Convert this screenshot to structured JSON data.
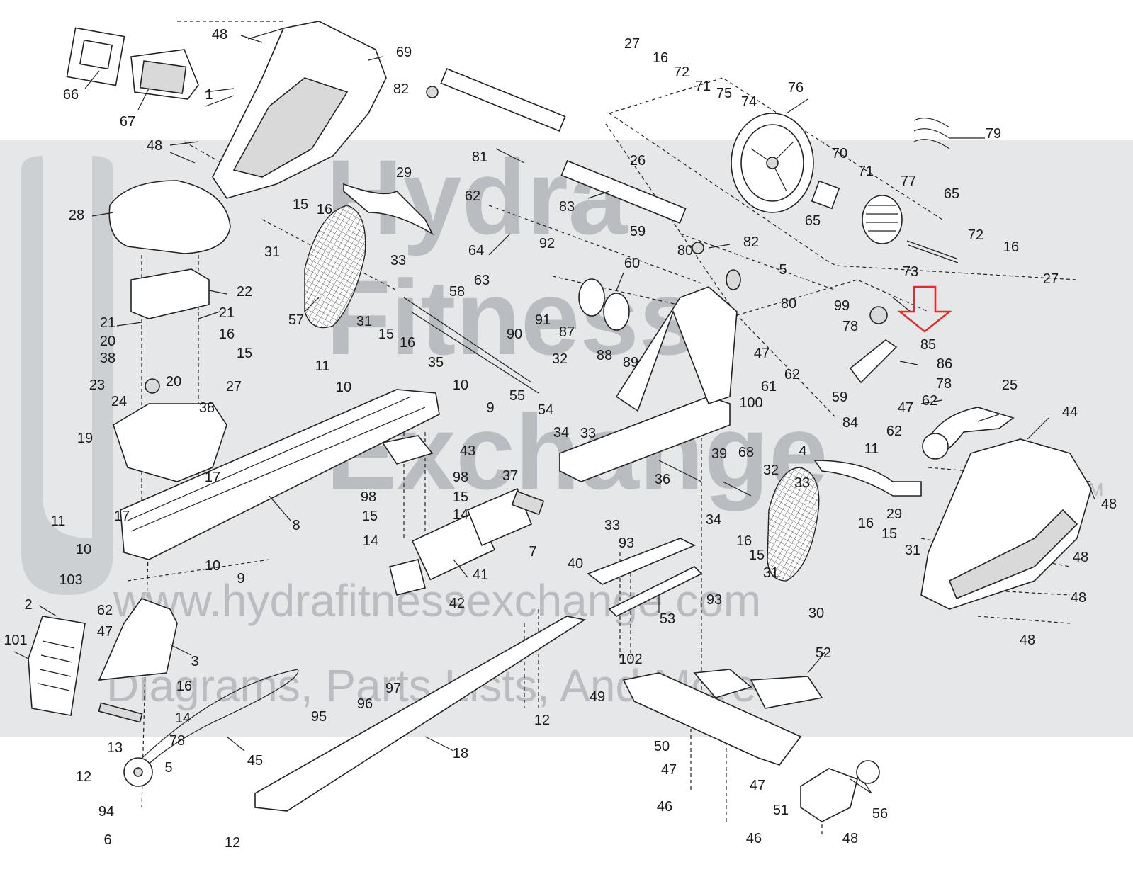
{
  "watermark": {
    "brand_line1": "Hydra",
    "brand_line2": "Fitness",
    "brand_line3": "Exchange",
    "trademark": "TM",
    "url": "www.hydrafitnessexchange.com",
    "tagline": "Diagrams, Parts Lists, And More",
    "band_color": "#e6e7e8"
  },
  "highlight": {
    "arrow_color": "#d9302f",
    "target_part": "85"
  },
  "callouts": [
    {
      "id": "48a",
      "text": "48"
    },
    {
      "id": "69",
      "text": "69"
    },
    {
      "id": "66",
      "text": "66"
    },
    {
      "id": "67",
      "text": "67"
    },
    {
      "id": "1",
      "text": "1"
    },
    {
      "id": "48b",
      "text": "48"
    },
    {
      "id": "28",
      "text": "28"
    },
    {
      "id": "22",
      "text": "22"
    },
    {
      "id": "21a",
      "text": "21"
    },
    {
      "id": "21b",
      "text": "21"
    },
    {
      "id": "20a",
      "text": "20"
    },
    {
      "id": "16a",
      "text": "16"
    },
    {
      "id": "15a",
      "text": "15"
    },
    {
      "id": "38a",
      "text": "38"
    },
    {
      "id": "23",
      "text": "23"
    },
    {
      "id": "20b",
      "text": "20"
    },
    {
      "id": "27a",
      "text": "27"
    },
    {
      "id": "24",
      "text": "24"
    },
    {
      "id": "38b",
      "text": "38"
    },
    {
      "id": "19",
      "text": "19"
    },
    {
      "id": "17a",
      "text": "17"
    },
    {
      "id": "17b",
      "text": "17"
    },
    {
      "id": "11a",
      "text": "11"
    },
    {
      "id": "10a",
      "text": "10"
    },
    {
      "id": "103",
      "text": "103"
    },
    {
      "id": "62a",
      "text": "62"
    },
    {
      "id": "47a",
      "text": "47"
    },
    {
      "id": "2",
      "text": "2"
    },
    {
      "id": "101",
      "text": "101"
    },
    {
      "id": "3",
      "text": "3"
    },
    {
      "id": "16b",
      "text": "16"
    },
    {
      "id": "14a",
      "text": "14"
    },
    {
      "id": "13",
      "text": "13"
    },
    {
      "id": "78a",
      "text": "78"
    },
    {
      "id": "12a",
      "text": "12"
    },
    {
      "id": "5a",
      "text": "5"
    },
    {
      "id": "94",
      "text": "94"
    },
    {
      "id": "6",
      "text": "6"
    },
    {
      "id": "45",
      "text": "45"
    },
    {
      "id": "12b",
      "text": "12"
    },
    {
      "id": "18",
      "text": "18"
    },
    {
      "id": "12c",
      "text": "12"
    },
    {
      "id": "95",
      "text": "95"
    },
    {
      "id": "96",
      "text": "96"
    },
    {
      "id": "97",
      "text": "97"
    },
    {
      "id": "10b",
      "text": "10"
    },
    {
      "id": "9a",
      "text": "9"
    },
    {
      "id": "8",
      "text": "8"
    },
    {
      "id": "98a",
      "text": "98"
    },
    {
      "id": "98b",
      "text": "98"
    },
    {
      "id": "15b",
      "text": "15"
    },
    {
      "id": "15c",
      "text": "15"
    },
    {
      "id": "14b",
      "text": "14"
    },
    {
      "id": "14c",
      "text": "14"
    },
    {
      "id": "42",
      "text": "42"
    },
    {
      "id": "41",
      "text": "41"
    },
    {
      "id": "43",
      "text": "43"
    },
    {
      "id": "10c",
      "text": "10"
    },
    {
      "id": "9b",
      "text": "9"
    },
    {
      "id": "11b",
      "text": "11"
    },
    {
      "id": "10d",
      "text": "10"
    },
    {
      "id": "31a",
      "text": "31"
    },
    {
      "id": "15d",
      "text": "15"
    },
    {
      "id": "16c",
      "text": "16"
    },
    {
      "id": "29a",
      "text": "29"
    },
    {
      "id": "57",
      "text": "57"
    },
    {
      "id": "33a",
      "text": "33"
    },
    {
      "id": "31b",
      "text": "31"
    },
    {
      "id": "15e",
      "text": "15"
    },
    {
      "id": "16d",
      "text": "16"
    },
    {
      "id": "35",
      "text": "35"
    },
    {
      "id": "58",
      "text": "58"
    },
    {
      "id": "81",
      "text": "81"
    },
    {
      "id": "82a",
      "text": "82"
    },
    {
      "id": "62b",
      "text": "62"
    },
    {
      "id": "83",
      "text": "83"
    },
    {
      "id": "64",
      "text": "64"
    },
    {
      "id": "63",
      "text": "63"
    },
    {
      "id": "90",
      "text": "90"
    },
    {
      "id": "91",
      "text": "91"
    },
    {
      "id": "92",
      "text": "92"
    },
    {
      "id": "60",
      "text": "60"
    },
    {
      "id": "59a",
      "text": "59"
    },
    {
      "id": "80a",
      "text": "80"
    },
    {
      "id": "82b",
      "text": "82"
    },
    {
      "id": "5b",
      "text": "5"
    },
    {
      "id": "26",
      "text": "26"
    },
    {
      "id": "87",
      "text": "87"
    },
    {
      "id": "88",
      "text": "88"
    },
    {
      "id": "89",
      "text": "89"
    },
    {
      "id": "32a",
      "text": "32"
    },
    {
      "id": "55",
      "text": "55"
    },
    {
      "id": "54",
      "text": "54"
    },
    {
      "id": "34a",
      "text": "34"
    },
    {
      "id": "33b",
      "text": "33"
    },
    {
      "id": "37",
      "text": "37"
    },
    {
      "id": "7",
      "text": "7"
    },
    {
      "id": "40",
      "text": "40"
    },
    {
      "id": "39",
      "text": "39"
    },
    {
      "id": "36",
      "text": "36"
    },
    {
      "id": "33c",
      "text": "33"
    },
    {
      "id": "93a",
      "text": "93"
    },
    {
      "id": "34b",
      "text": "34"
    },
    {
      "id": "53",
      "text": "53"
    },
    {
      "id": "93b",
      "text": "93"
    },
    {
      "id": "102",
      "text": "102"
    },
    {
      "id": "32b",
      "text": "32"
    },
    {
      "id": "16e",
      "text": "16"
    },
    {
      "id": "15f",
      "text": "15"
    },
    {
      "id": "31c",
      "text": "31"
    },
    {
      "id": "33d",
      "text": "33"
    },
    {
      "id": "30",
      "text": "30"
    },
    {
      "id": "29b",
      "text": "29"
    },
    {
      "id": "16f",
      "text": "16"
    },
    {
      "id": "15g",
      "text": "15"
    },
    {
      "id": "31d",
      "text": "31"
    },
    {
      "id": "52",
      "text": "52"
    },
    {
      "id": "49",
      "text": "49"
    },
    {
      "id": "50",
      "text": "50"
    },
    {
      "id": "47b",
      "text": "47"
    },
    {
      "id": "46a",
      "text": "46"
    },
    {
      "id": "47c",
      "text": "47"
    },
    {
      "id": "46b",
      "text": "46"
    },
    {
      "id": "51",
      "text": "51"
    },
    {
      "id": "56",
      "text": "56"
    },
    {
      "id": "48c",
      "text": "48"
    },
    {
      "id": "27b",
      "text": "27"
    },
    {
      "id": "16g",
      "text": "16"
    },
    {
      "id": "72a",
      "text": "72"
    },
    {
      "id": "71a",
      "text": "71"
    },
    {
      "id": "75",
      "text": "75"
    },
    {
      "id": "74",
      "text": "74"
    },
    {
      "id": "76",
      "text": "76"
    },
    {
      "id": "70",
      "text": "70"
    },
    {
      "id": "71b",
      "text": "71"
    },
    {
      "id": "77",
      "text": "77"
    },
    {
      "id": "79",
      "text": "79"
    },
    {
      "id": "65a",
      "text": "65"
    },
    {
      "id": "65b",
      "text": "65"
    },
    {
      "id": "72b",
      "text": "72"
    },
    {
      "id": "16h",
      "text": "16"
    },
    {
      "id": "73",
      "text": "73"
    },
    {
      "id": "27c",
      "text": "27"
    },
    {
      "id": "80b",
      "text": "80"
    },
    {
      "id": "47d",
      "text": "47"
    },
    {
      "id": "62c",
      "text": "62"
    },
    {
      "id": "99",
      "text": "99"
    },
    {
      "id": "78b",
      "text": "78"
    },
    {
      "id": "85",
      "text": "85"
    },
    {
      "id": "86",
      "text": "86"
    },
    {
      "id": "59b",
      "text": "59"
    },
    {
      "id": "78c",
      "text": "78"
    },
    {
      "id": "62d",
      "text": "62"
    },
    {
      "id": "47e",
      "text": "47"
    },
    {
      "id": "62e",
      "text": "62"
    },
    {
      "id": "61",
      "text": "61"
    },
    {
      "id": "100",
      "text": "100"
    },
    {
      "id": "68",
      "text": "68"
    },
    {
      "id": "4",
      "text": "4"
    },
    {
      "id": "84",
      "text": "84"
    },
    {
      "id": "11c",
      "text": "11"
    },
    {
      "id": "25",
      "text": "25"
    },
    {
      "id": "44",
      "text": "44"
    },
    {
      "id": "48d",
      "text": "48"
    },
    {
      "id": "48e",
      "text": "48"
    },
    {
      "id": "48f",
      "text": "48"
    },
    {
      "id": "48g",
      "text": "48"
    }
  ]
}
